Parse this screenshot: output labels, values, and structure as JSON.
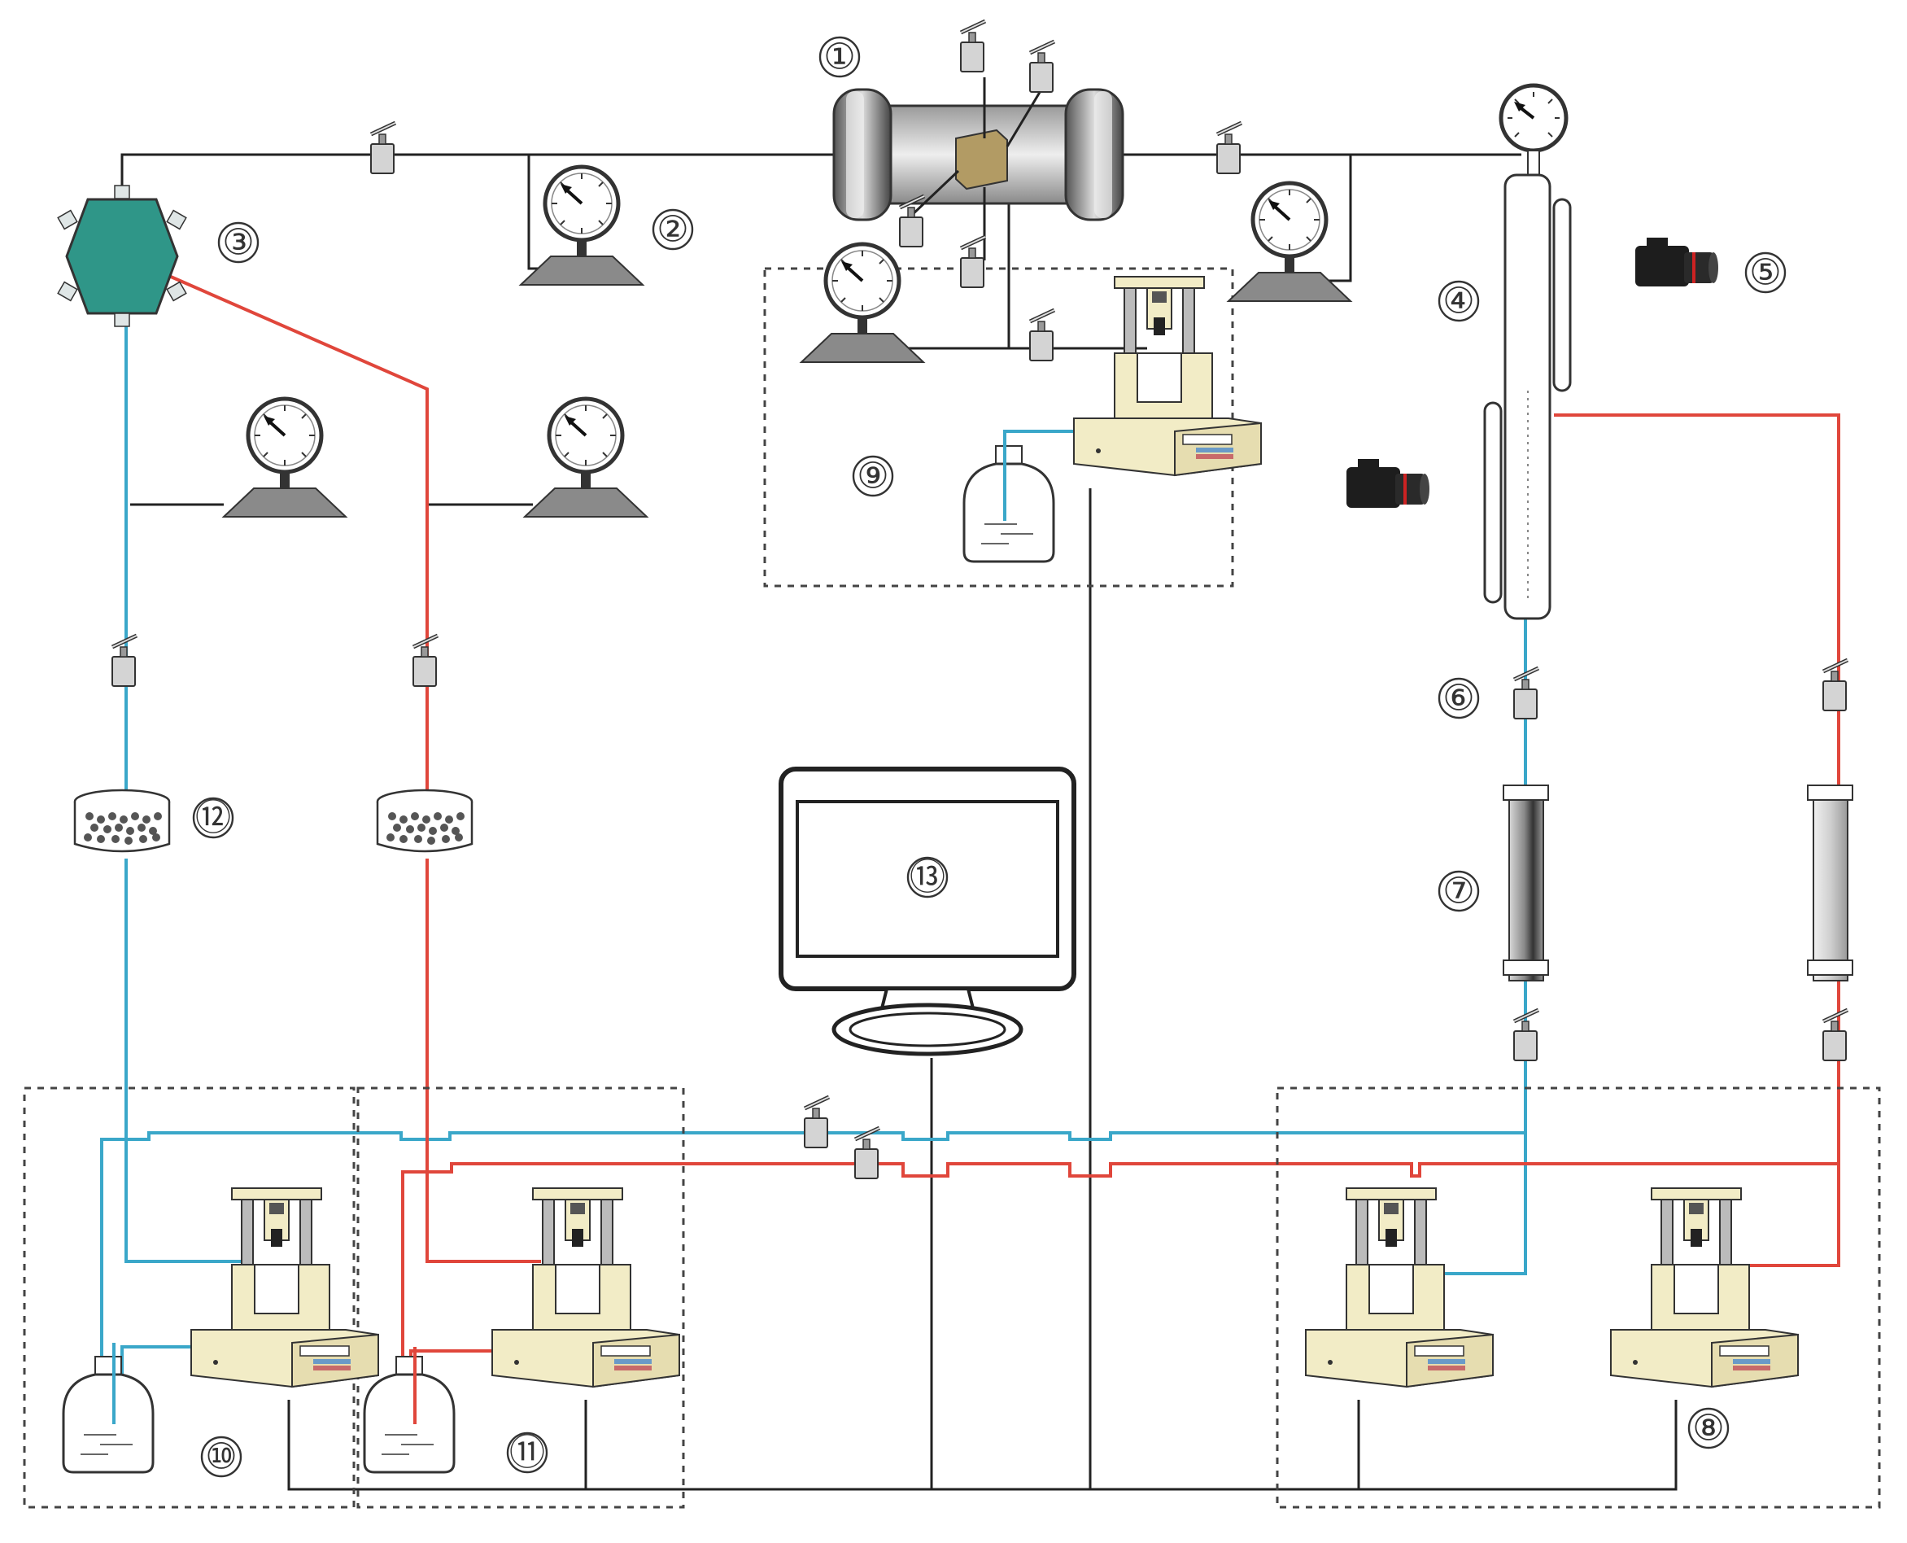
{
  "labels": [
    "①",
    "②",
    "③",
    "④",
    "⑤",
    "⑥",
    "⑦",
    "⑧",
    "⑨",
    "⑩",
    "⑪",
    "⑫",
    "⑬"
  ],
  "colors": {
    "black_line": "#222222",
    "blue_line": "#3aa7c9",
    "red_line": "#e0463b",
    "gauge_base": "#888888",
    "valve_body": "#d0d0d0",
    "hexvalve": "#2f9688",
    "pump_body": "#f2ecc6",
    "core": "#b29b64",
    "dashed_box": "#444444"
  }
}
